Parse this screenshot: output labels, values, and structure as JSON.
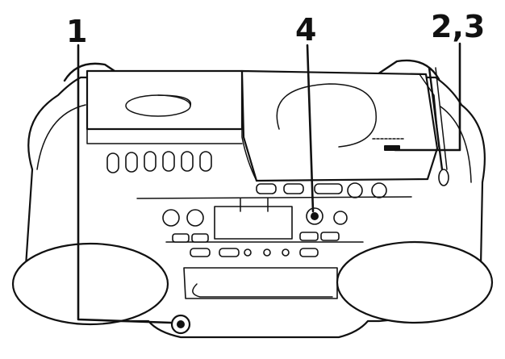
{
  "callouts": {
    "c1": "1",
    "c4": "4",
    "c23": "2,3"
  },
  "colors": {
    "ink": "#111111",
    "paper": "#ffffff"
  },
  "icons": [
    "headphone-jack-icon",
    "tuner-display",
    "speaker-grille",
    "cassette-deck",
    "cd-compartment",
    "antenna"
  ]
}
